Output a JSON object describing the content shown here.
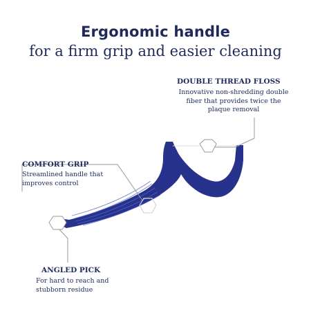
{
  "header": {
    "title": "Ergonomic handle",
    "subtitle": "for a firm grip and easier cleaning"
  },
  "callouts": {
    "double_thread": {
      "title": "DOUBLE THREAD FLOSS",
      "lines": [
        "Innovative non-shredding double",
        "fiber that provides twice the",
        "plaque removal"
      ]
    },
    "comfort_grip": {
      "title": "COMFORT GRIP",
      "lines": [
        "Streamlined handle that",
        "improves control"
      ]
    },
    "angled_pick": {
      "title": "ANGLED PICK",
      "lines": [
        "For hard to reach and",
        "stubborn residue"
      ]
    }
  },
  "colors": {
    "brand_navy": "#1f2a5c",
    "handle_blue": "#27328c",
    "leader_gray": "#9a9a9a"
  }
}
